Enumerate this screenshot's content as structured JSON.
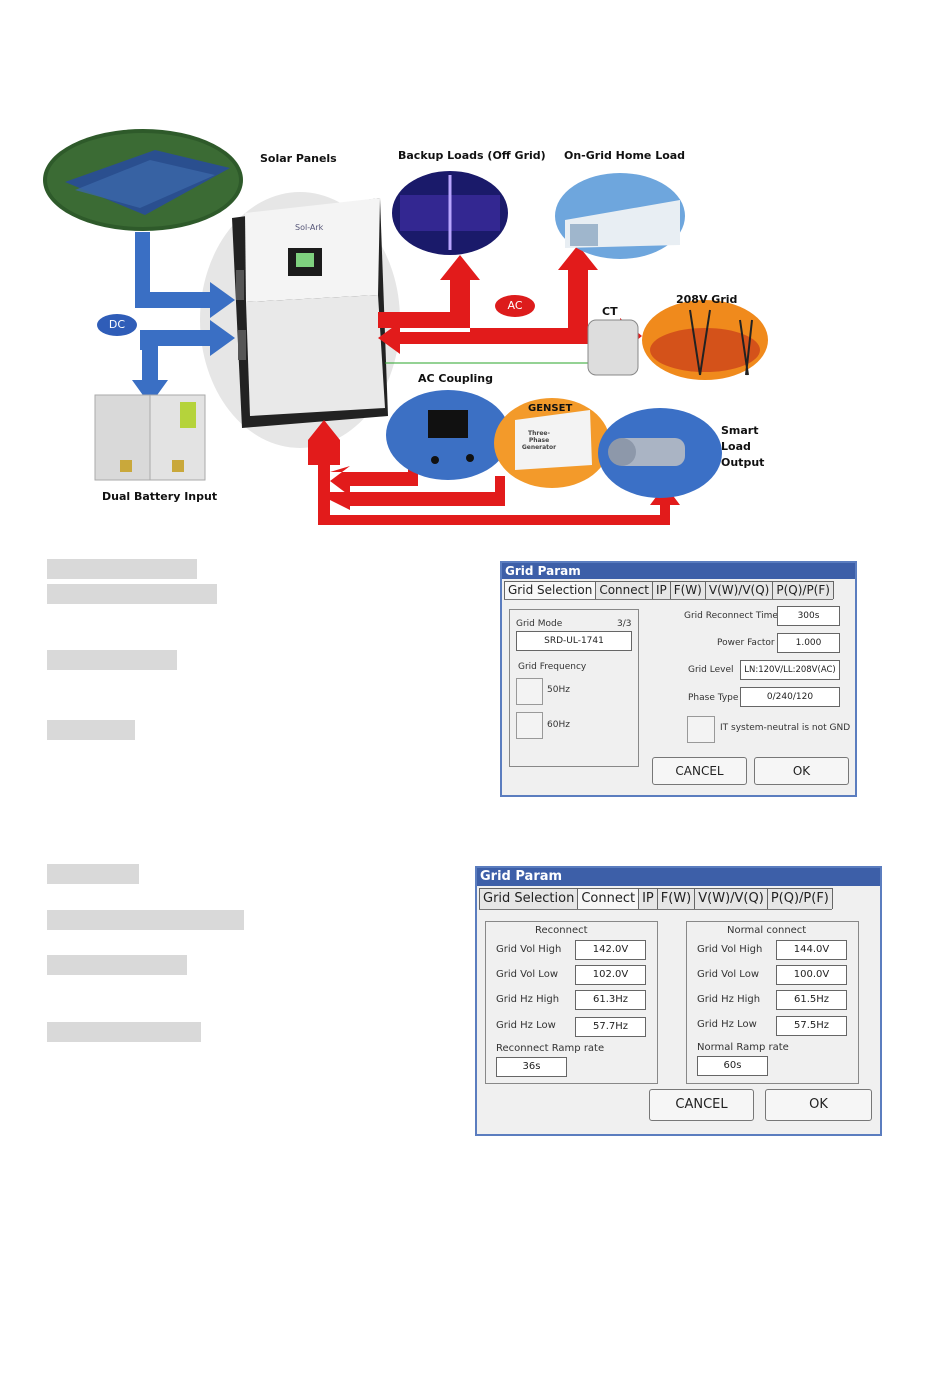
{
  "diagram": {
    "labels": {
      "solar_panels": "Solar Panels",
      "backup_loads": "Backup Loads (Off Grid)",
      "on_grid_home_load": "On-Grid Home Load",
      "dc": "DC",
      "ac": "AC",
      "ct": "CT",
      "grid_208v": "208V Grid",
      "ac_coupling": "AC Coupling",
      "genset": "GENSET",
      "genset_caption": "Three-Phase Generator",
      "smart_load_output": "Smart Load Output",
      "dual_battery_input": "Dual Battery Input"
    },
    "colors": {
      "dc_arrow": "#3a6fc4",
      "ac_arrow": "#e21b1b",
      "pill_dc": "#2f5db8",
      "pill_ac": "#dd1c1c",
      "genset": "#f39a2a"
    }
  },
  "grid_selection_dialog": {
    "title": "Grid Param",
    "tabs": [
      "Grid Selection",
      "Connect",
      "IP",
      "F(W)",
      "V(W)/V(Q)",
      "P(Q)/P(F)"
    ],
    "active_tab": "Grid Selection",
    "grid_mode_label": "Grid Mode",
    "grid_mode_index": "3/3",
    "grid_mode_value": "SRD-UL-1741",
    "grid_frequency_label": "Grid Frequency",
    "freq_options": [
      "50Hz",
      "60Hz"
    ],
    "reconnect_time_label": "Grid Reconnect Time",
    "reconnect_time_value": "300s",
    "power_factor_label": "Power Factor",
    "power_factor_value": "1.000",
    "grid_level_label": "Grid Level",
    "grid_level_value": "LN:120V/LL:208V(AC)",
    "phase_type_label": "Phase Type",
    "phase_type_value": "0/240/120",
    "it_system_label": "IT system-neutral is not GND",
    "cancel_label": "CANCEL",
    "ok_label": "OK"
  },
  "connect_dialog": {
    "title": "Grid Param",
    "tabs": [
      "Grid Selection",
      "Connect",
      "IP",
      "F(W)",
      "V(W)/V(Q)",
      "P(Q)/P(F)"
    ],
    "active_tab": "Connect",
    "reconnect": {
      "title": "Reconnect",
      "rows": [
        {
          "label": "Grid Vol High",
          "value": "142.0V"
        },
        {
          "label": "Grid Vol Low",
          "value": "102.0V"
        },
        {
          "label": "Grid Hz High",
          "value": "61.3Hz"
        },
        {
          "label": "Grid Hz Low",
          "value": "57.7Hz"
        }
      ],
      "ramp_label": "Reconnect Ramp rate",
      "ramp_value": "36s"
    },
    "normal": {
      "title": "Normal connect",
      "rows": [
        {
          "label": "Grid Vol High",
          "value": "144.0V"
        },
        {
          "label": "Grid Vol Low",
          "value": "100.0V"
        },
        {
          "label": "Grid Hz High",
          "value": "61.5Hz"
        },
        {
          "label": "Grid Hz Low",
          "value": "57.5Hz"
        }
      ],
      "ramp_label": "Normal Ramp rate",
      "ramp_value": "60s"
    },
    "cancel_label": "CANCEL",
    "ok_label": "OK"
  }
}
